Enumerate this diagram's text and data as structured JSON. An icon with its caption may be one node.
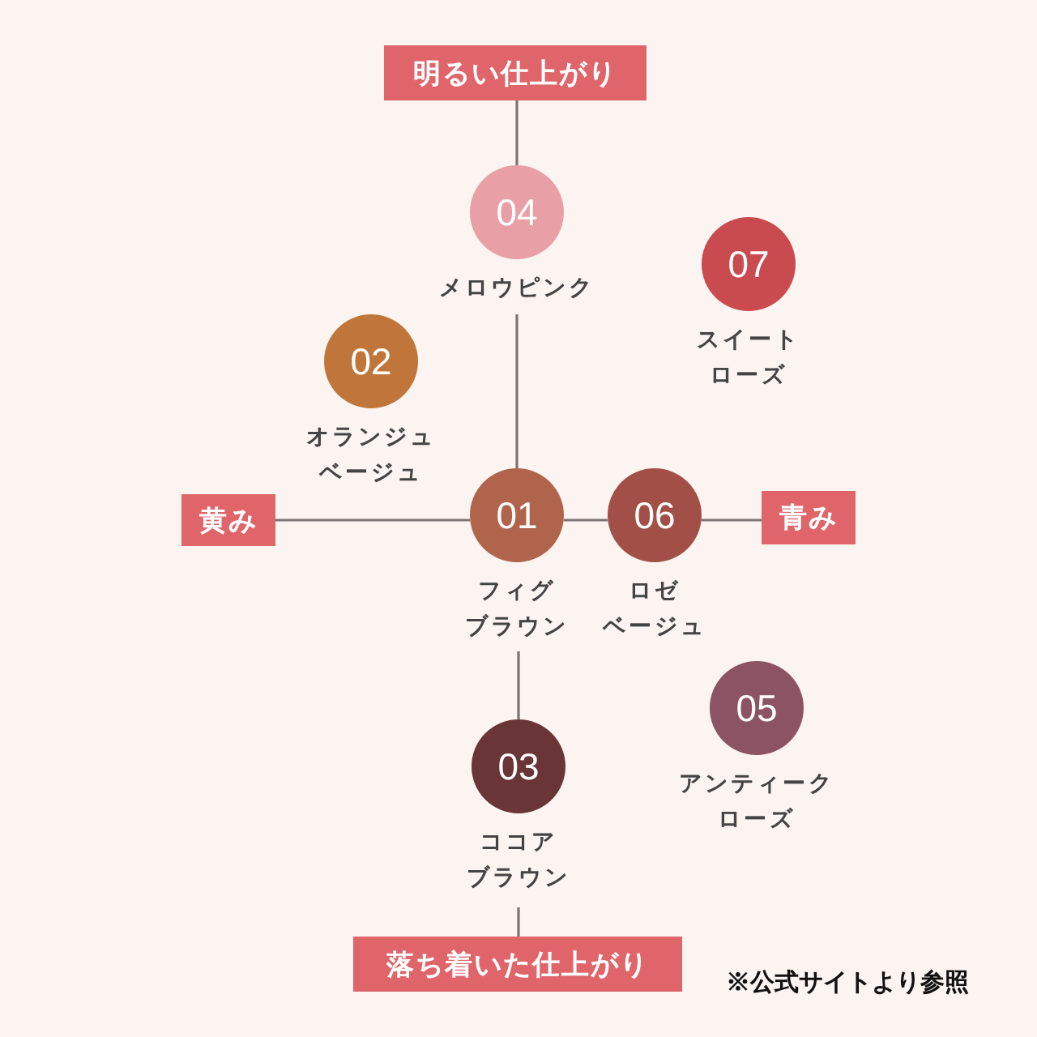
{
  "diagram": {
    "nodes": [
      {
        "text": [
          "明るい仕上がり"
        ]
      },
      {
        "text": [
          "04"
        ],
        "beside": [
          "メロウピンク"
        ]
      },
      {
        "text": [
          "07"
        ],
        "beside": [
          "スイートローズ"
        ]
      },
      {
        "text": [
          "02"
        ],
        "beside": [
          "オランジュベージュ"
        ]
      },
      {
        "text": [
          "黄み"
        ]
      },
      {
        "text": [
          "01"
        ],
        "beside": [
          "フィグブラウン"
        ]
      },
      {
        "text": [
          "06"
        ],
        "beside": [
          "ロゼベージュ"
        ]
      },
      {
        "text": [
          "青み"
        ]
      },
      {
        "text": [
          "05"
        ],
        "beside": [
          "アンティークローズ"
        ]
      },
      {
        "text": [
          "03"
        ],
        "beside": [
          "ココアブラウン"
        ]
      },
      {
        "text": [
          "落ち着いた仕上がり"
        ]
      }
    ],
    "edges": [],
    "labels": [
      "※公式サイトより参照"
    ]
  }
}
